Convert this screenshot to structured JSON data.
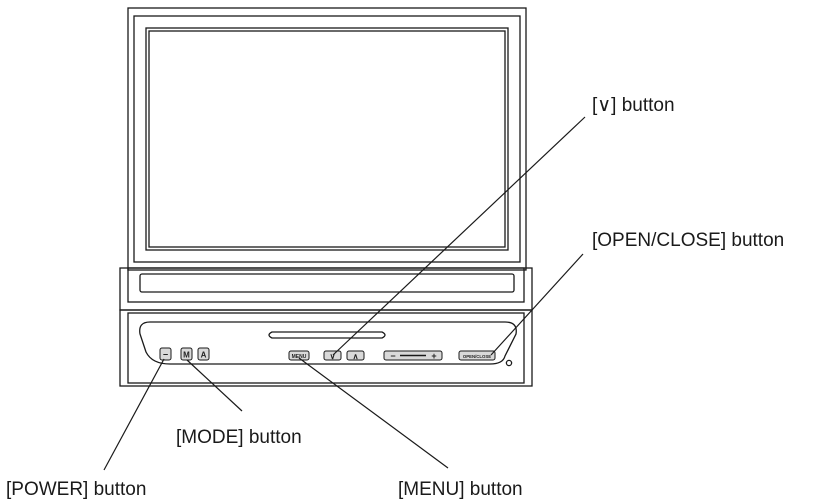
{
  "callouts": {
    "down": "[∨] button",
    "open_close": "[OPEN/CLOSE] button",
    "mode": "[MODE] button",
    "power": "[POWER] button",
    "menu": "[MENU] button"
  },
  "panel_buttons": {
    "power_glyph": "−",
    "mode_glyph": "M",
    "a_glyph": "A",
    "menu_text": "MENU",
    "down_glyph": "∨",
    "up_glyph": "∧",
    "minus_glyph": "−",
    "plus_glyph": "+",
    "open_close_text": "OPEN/CLOSE"
  },
  "colors": {
    "line": "#1a1a1a",
    "button_fill": "#d9d9d9",
    "screen": "#ffffff"
  }
}
